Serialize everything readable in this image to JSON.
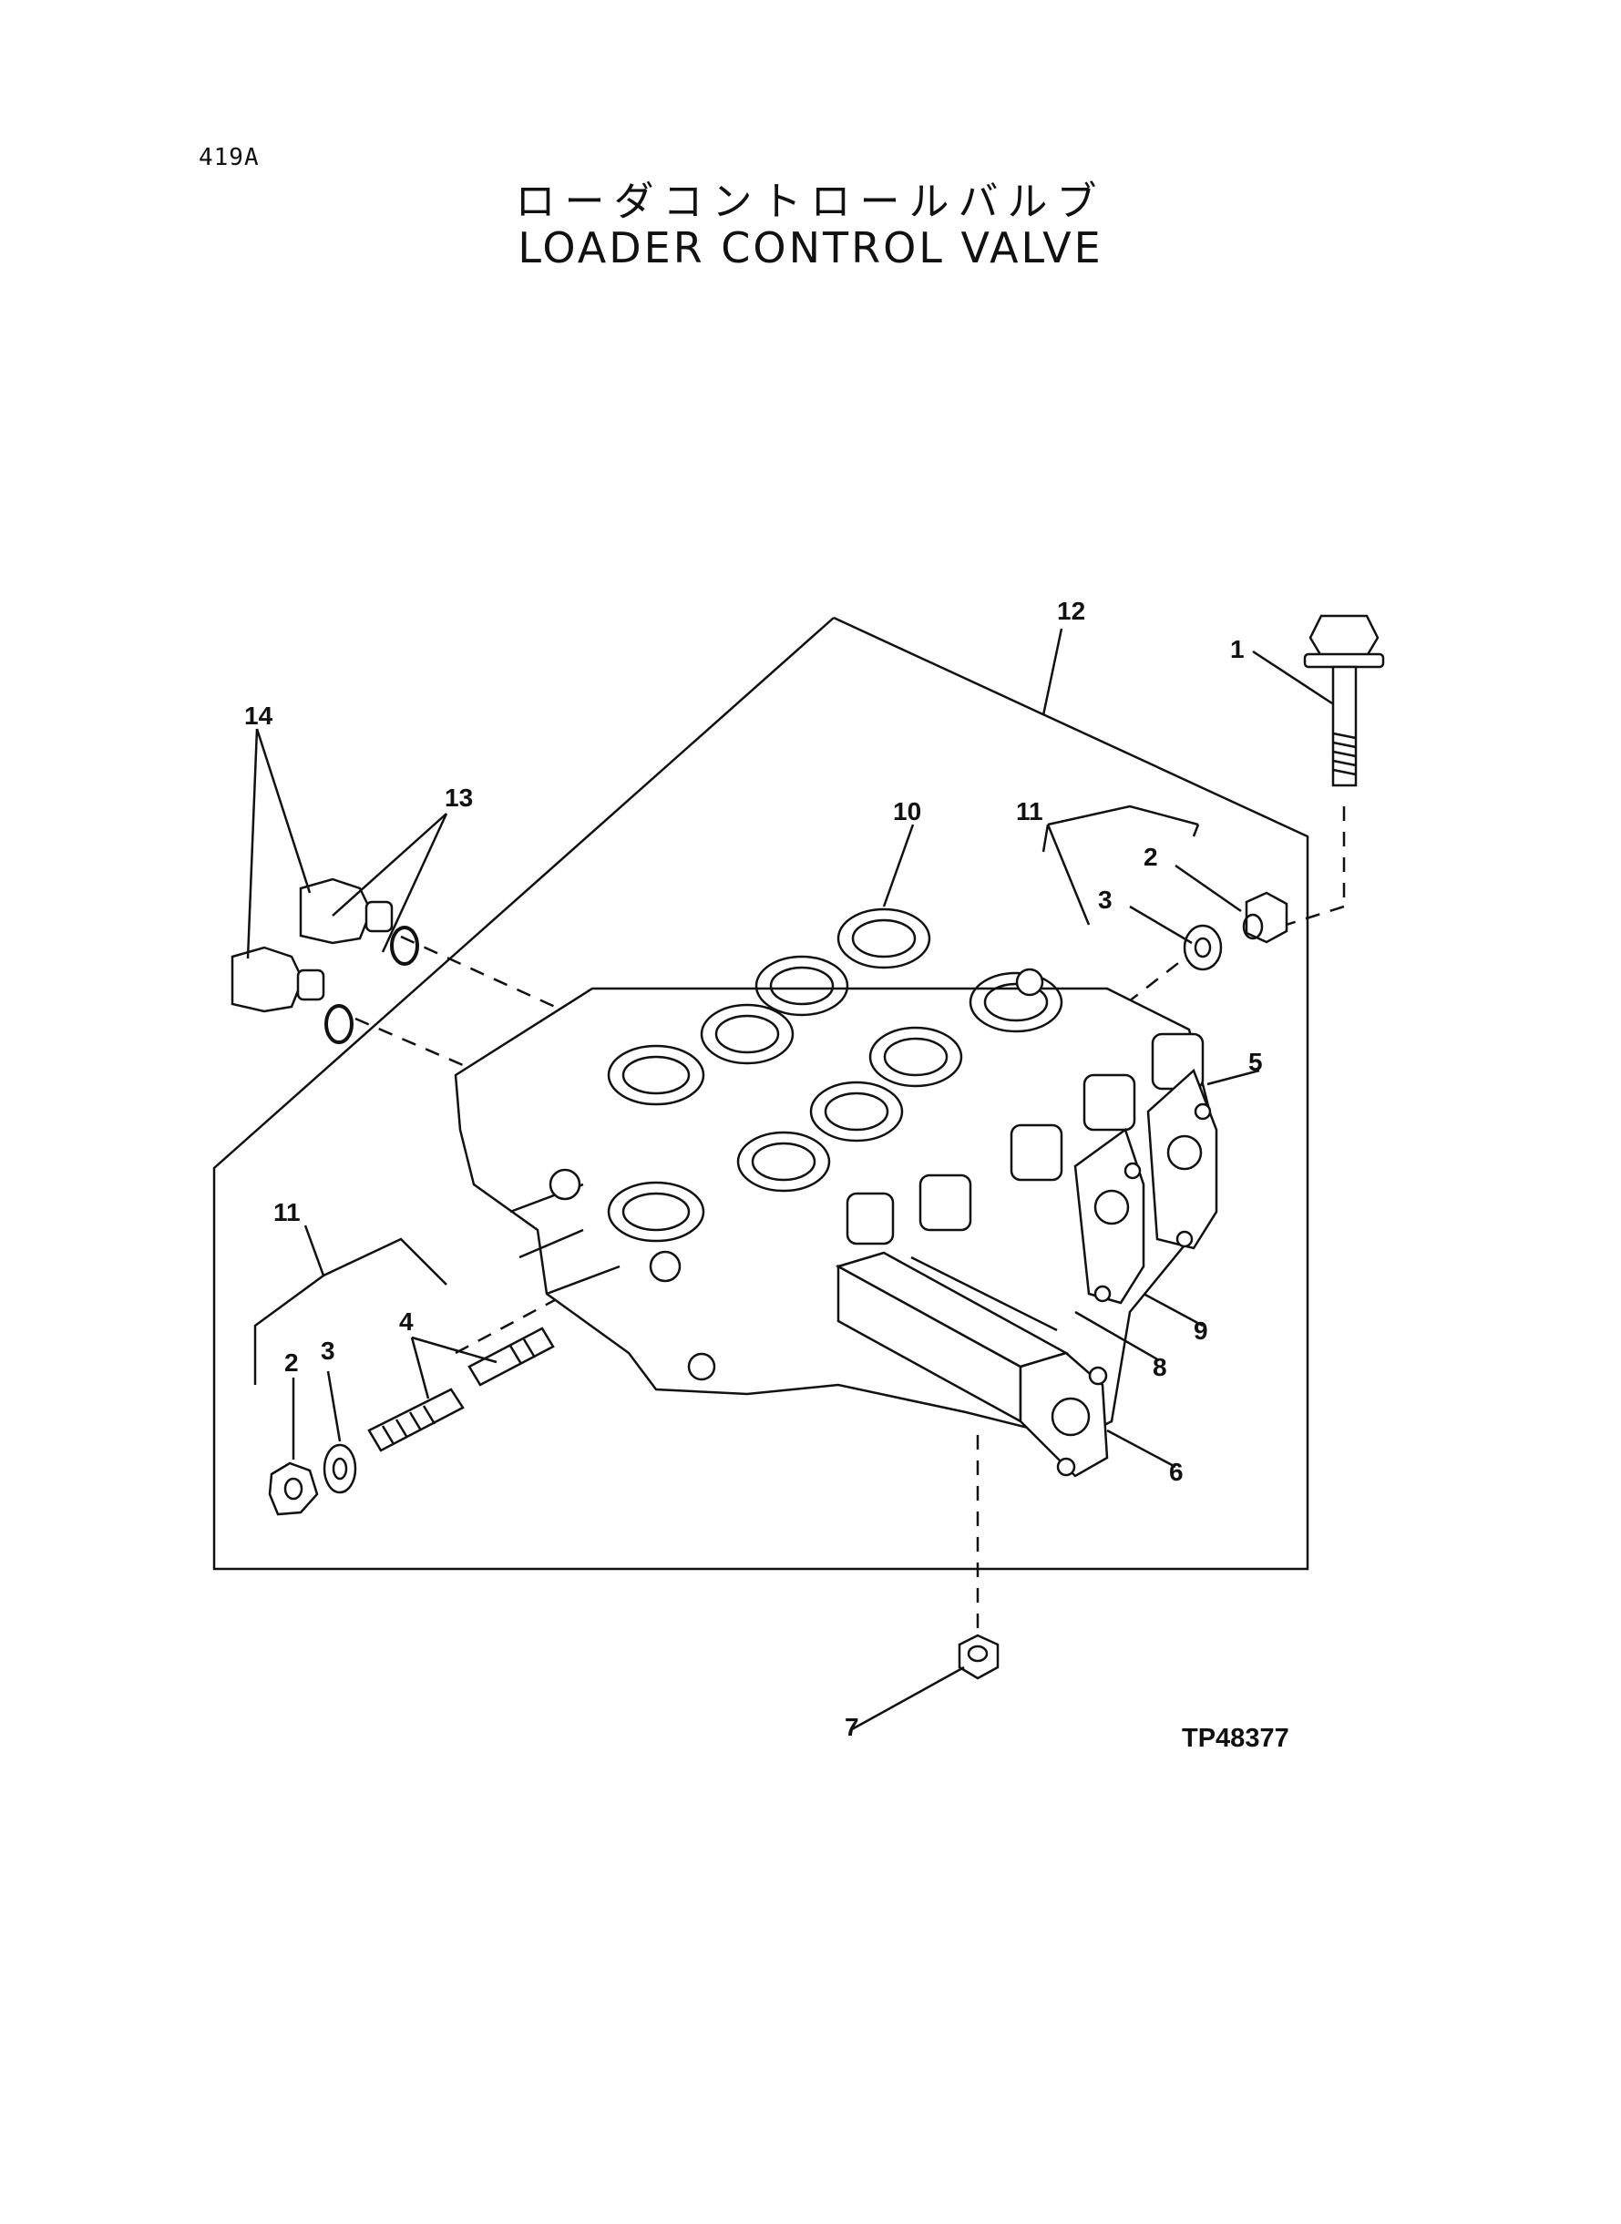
{
  "header": {
    "page_ref": "419A",
    "title_jp": "ローダコントロールバルブ",
    "title_en": "LOADER CONTROL VALVE"
  },
  "figure": {
    "code": "TP48377",
    "callouts": {
      "c1": "1",
      "c2a": "2",
      "c2b": "2",
      "c3a": "3",
      "c3b": "3",
      "c4": "4",
      "c5": "5",
      "c6": "6",
      "c7": "7",
      "c8": "8",
      "c9": "9",
      "c10": "10",
      "c11a": "11",
      "c11b": "11",
      "c12": "12",
      "c13": "13",
      "c14": "14"
    }
  }
}
